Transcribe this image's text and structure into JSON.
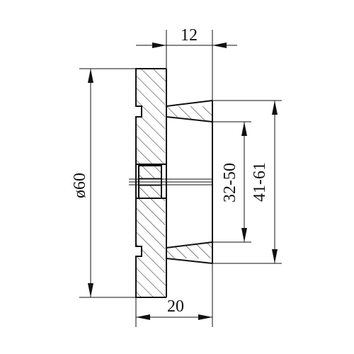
{
  "drawing": {
    "dimensions": {
      "top_width": "12",
      "bottom_width": "20",
      "outer_diameter": "ø60",
      "inner_range": "32-50",
      "outer_range": "41-61"
    },
    "colors": {
      "line": "#111111",
      "background": "#ffffff"
    }
  }
}
